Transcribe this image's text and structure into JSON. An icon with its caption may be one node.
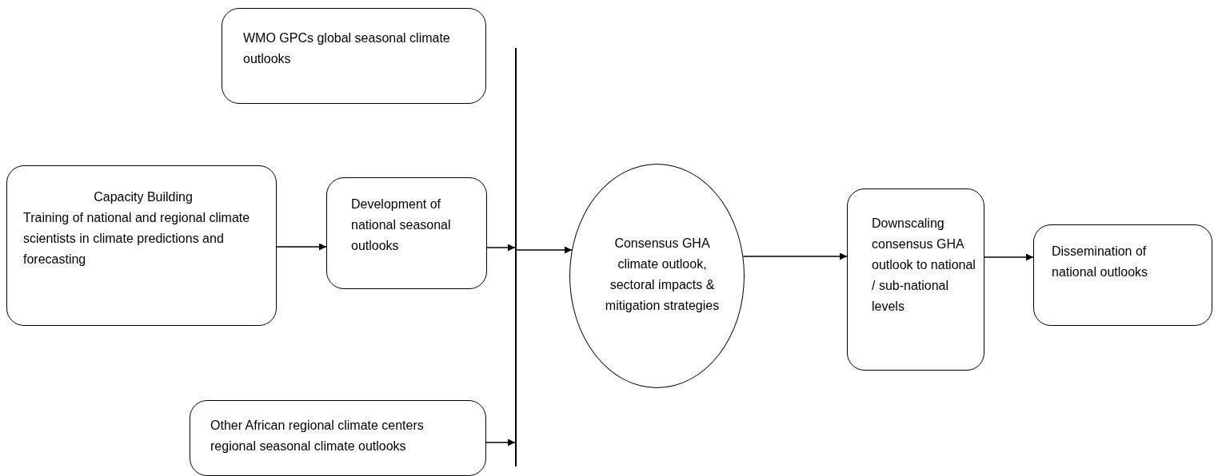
{
  "diagram": {
    "nodes": [
      {
        "text": [
          "WMO GPCs global seasonal climate outlooks"
        ]
      },
      {
        "text": [
          "Capacity Building",
          "Training of national and regional climate scientists in climate predictions and forecasting"
        ]
      },
      {
        "text": [
          "Development of national seasonal outlooks"
        ]
      },
      {
        "text": [
          "Other African regional climate centers regional seasonal climate outlooks"
        ]
      },
      {
        "text": [],
        "shape": "bar"
      },
      {
        "text": [
          "Consensus GHA climate outlook, sectoral impacts & mitigation strategies"
        ]
      },
      {
        "text": [
          "Downscaling consensus GHA outlook to national / sub-national levels"
        ]
      },
      {
        "text": [
          "Dissemination of national outlooks"
        ]
      }
    ],
    "edges": [
      {
        "from": 1,
        "to": 2,
        "arrow": "to"
      },
      {
        "from": 2,
        "to": 4,
        "arrow": "to"
      },
      {
        "from": 3,
        "to": 4,
        "arrow": "to"
      },
      {
        "from": 4,
        "to": 5,
        "arrow": "to"
      },
      {
        "from": 5,
        "to": 6,
        "arrow": "to"
      },
      {
        "from": 6,
        "to": 7,
        "arrow": "to"
      }
    ]
  }
}
